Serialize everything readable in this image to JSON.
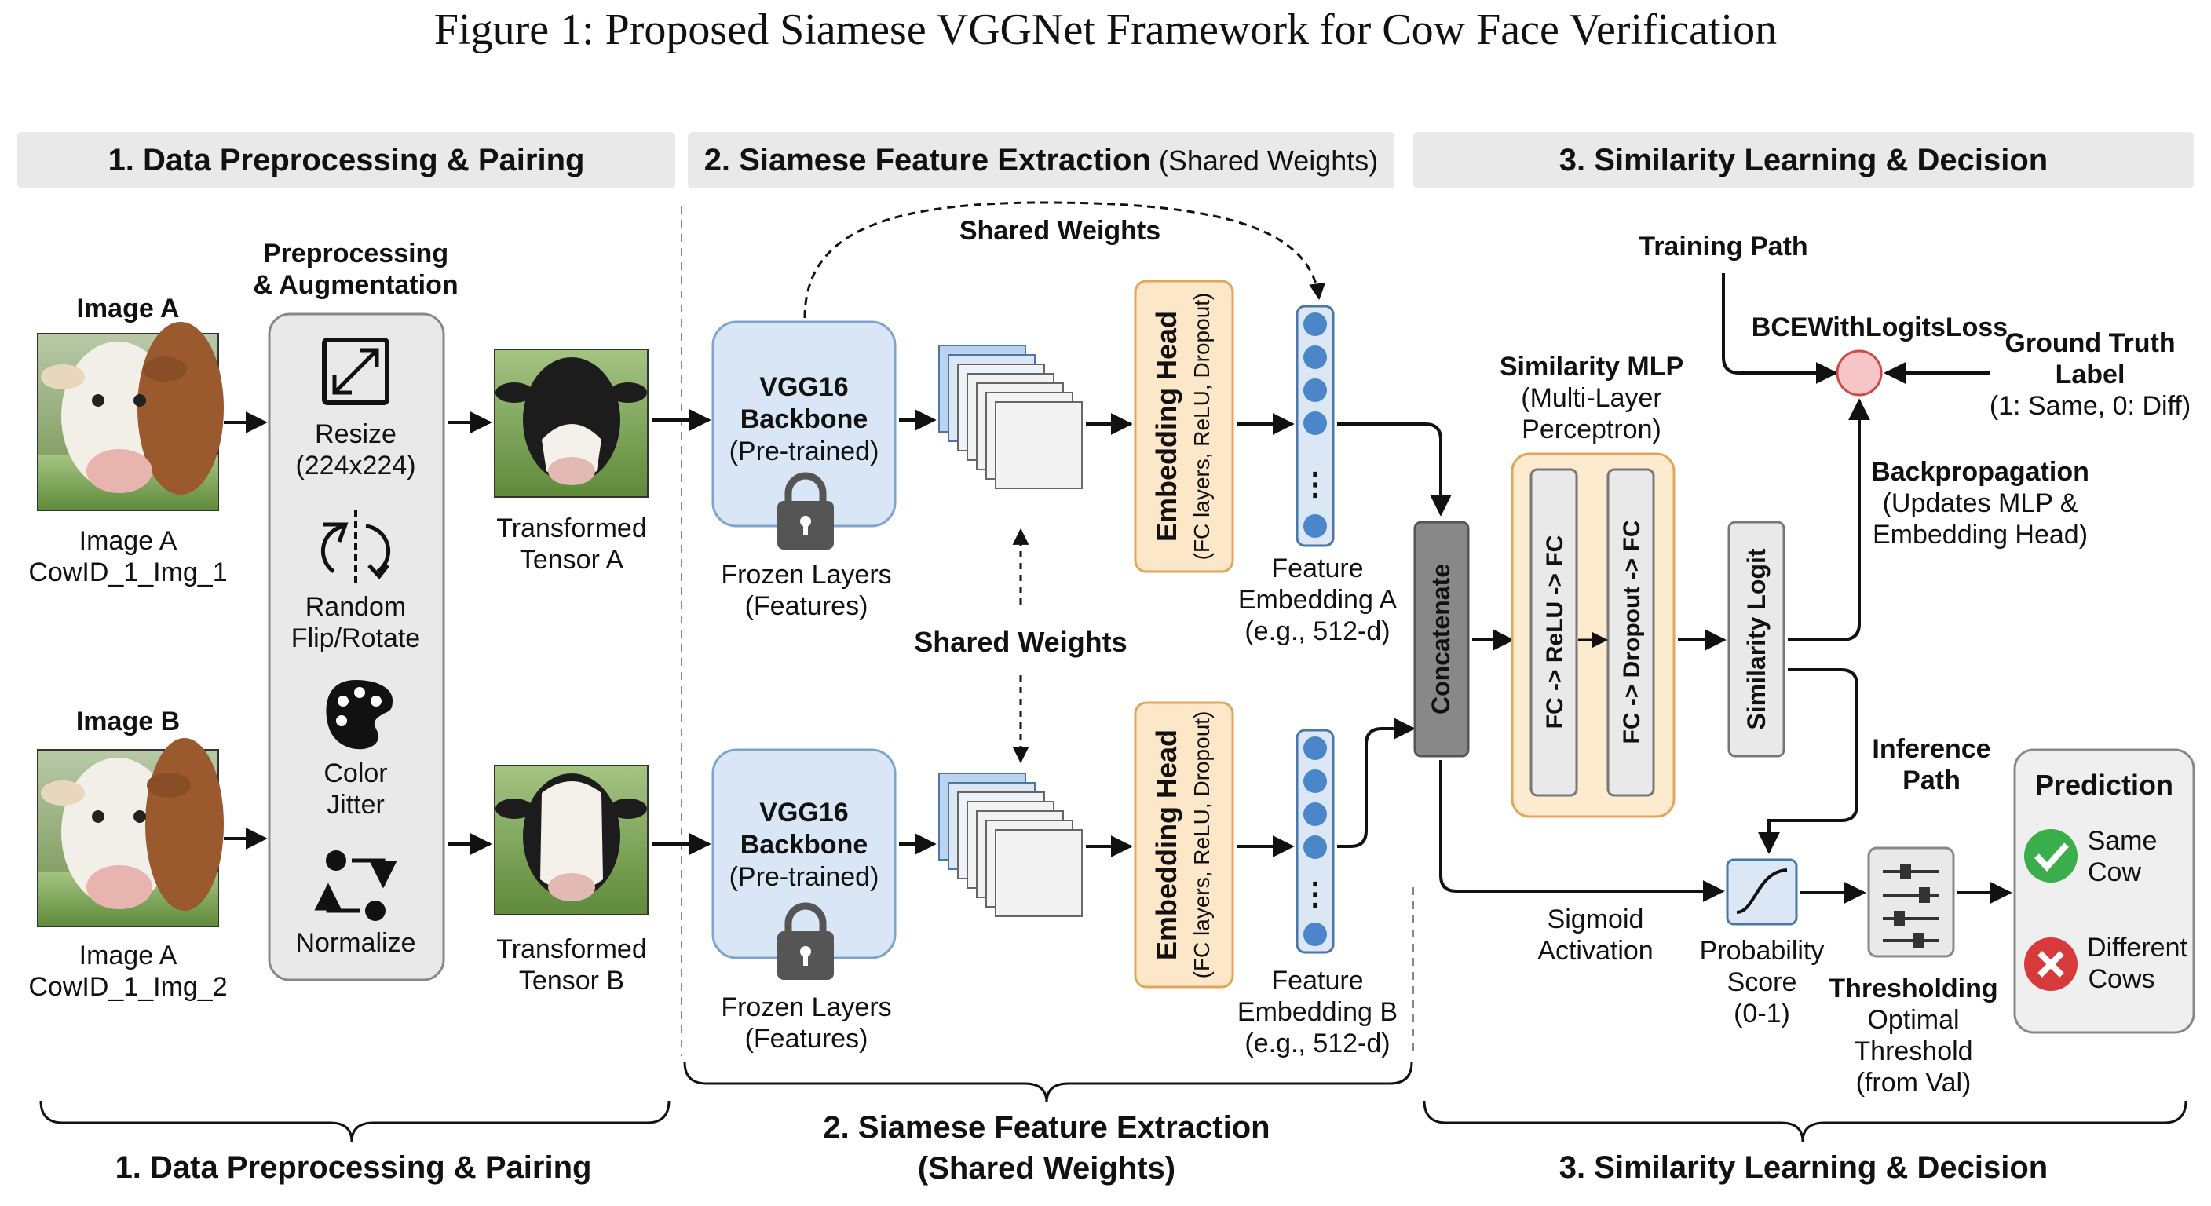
{
  "figure_title": "Figure 1: Proposed Siamese VGGNet Framework for Cow Face Verification",
  "sections": {
    "s1_header": "1. Data Preprocessing & Pairing",
    "s2_header_main": "2. Siamese Feature Extraction",
    "s2_header_sub": "(Shared Weights)",
    "s3_header": "3. Similarity Learning & Decision",
    "s1_footer": "1. Data Preprocessing & Pairing",
    "s2_footer_line1": "2. Siamese Feature Extraction",
    "s2_footer_line2": "(Shared Weights)",
    "s3_footer": "3. Similarity Learning & Decision"
  },
  "inputs": {
    "image_a_title": "Image A",
    "image_a_caption1": "Image A",
    "image_a_caption2": "CowID_1_Img_1",
    "image_b_title": "Image B",
    "image_b_caption1": "Image A",
    "image_b_caption2": "CowID_1_Img_2"
  },
  "preprocessing": {
    "title1": "Preprocessing",
    "title2": "& Augmentation",
    "steps": [
      {
        "icon": "resize-icon",
        "line1": "Resize",
        "line2": "(224x224)"
      },
      {
        "icon": "flip-rotate-icon",
        "line1": "Random",
        "line2": "Flip/Rotate"
      },
      {
        "icon": "palette-icon",
        "line1": "Color",
        "line2": "Jitter"
      },
      {
        "icon": "normalize-icon",
        "line1": "Normalize",
        "line2": ""
      }
    ]
  },
  "tensors": {
    "a_line1": "Transformed",
    "a_line2": "Tensor A",
    "b_line1": "Transformed",
    "b_line2": "Tensor B"
  },
  "backbone": {
    "line1": "VGG16",
    "line2": "Backbone",
    "line3": "(Pre-trained)",
    "frozen1": "Frozen Layers",
    "frozen2": "(Features)"
  },
  "shared_weights_top": "Shared Weights",
  "shared_weights_mid": "Shared Weights",
  "embedding_head": {
    "title": "Embedding Head",
    "sub": "(FC layers, ReLU, Dropout)"
  },
  "embedding_a": {
    "line1": "Feature",
    "line2": "Embedding A",
    "line3": "(e.g., 512-d)"
  },
  "embedding_b": {
    "line1": "Feature",
    "line2": "Embedding B",
    "line3": "(e.g., 512-d)"
  },
  "vector_dots": "⋮",
  "concatenate": "Concatenate",
  "mlp": {
    "title": "Similarity MLP",
    "sub1": "(Multi-Layer",
    "sub2": "Perceptron)",
    "layer1": "FC -> ReLU -> FC",
    "layer2": "FC -> Dropout -> FC"
  },
  "logit": "Similarity Logit",
  "training": {
    "path": "Training Path",
    "loss": "BCEWithLogitsLoss",
    "gt1": "Ground Truth",
    "gt2": "Label",
    "gt3": "(1: Same, 0: Diff)",
    "bp1": "Backpropagation",
    "bp2": "(Updates MLP &",
    "bp3": "Embedding Head)"
  },
  "inference": {
    "path1": "Inference",
    "path2": "Path",
    "sig1": "Sigmoid",
    "sig2": "Activation",
    "prob1": "Probability",
    "prob2": "Score",
    "prob3": "(0-1)",
    "thr_title": "Thresholding",
    "thr1": "Optimal",
    "thr2": "Threshold",
    "thr3": "(from Val)"
  },
  "prediction": {
    "title": "Prediction",
    "same1": "Same",
    "same2": "Cow",
    "diff1": "Different",
    "diff2": "Cows"
  },
  "colors": {
    "header_bg": "#e9e9e9",
    "backbone_fill": "#d8e6f6",
    "backbone_stroke": "#7ea3cf",
    "embed_fill": "#fce7c8",
    "embed_stroke": "#e3a55a",
    "mlp_fill": "#fdebd0",
    "node_blue": "#4a86c8",
    "check_green": "#3aae4a",
    "cross_red": "#d63a3a",
    "loss_node": "#f6c6c6"
  }
}
